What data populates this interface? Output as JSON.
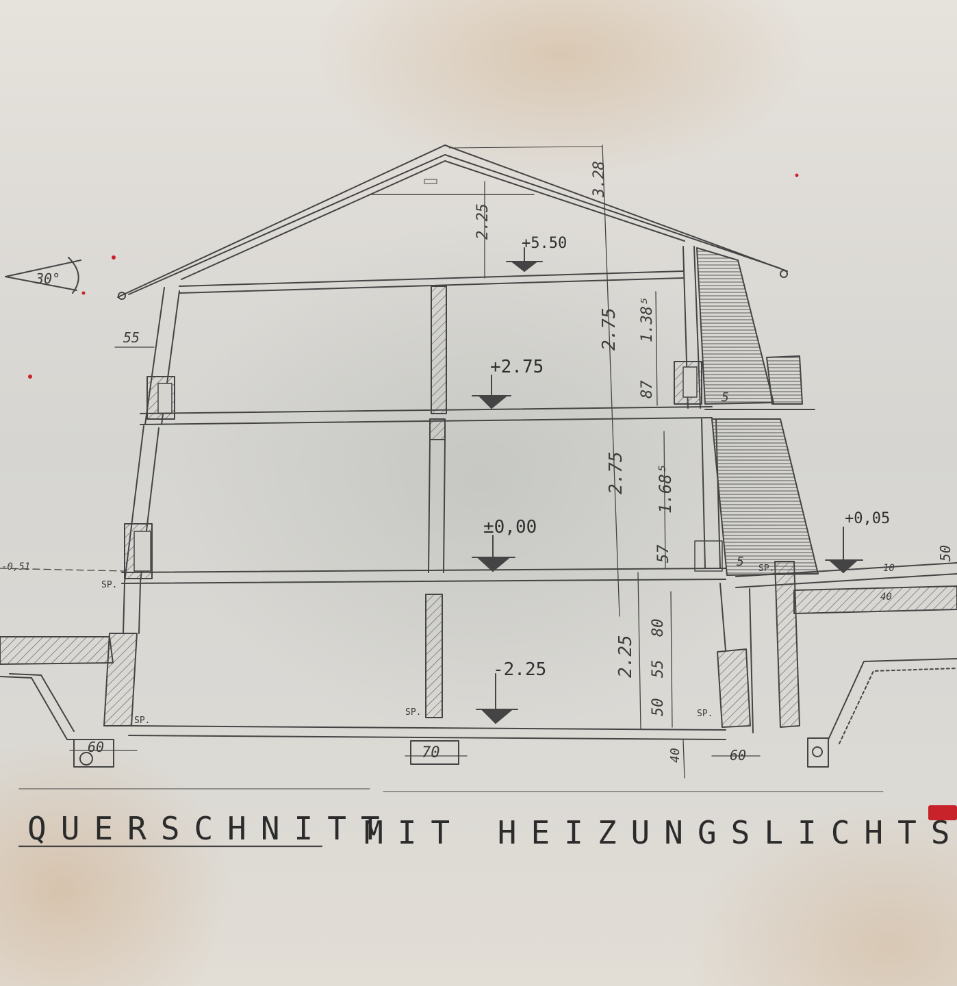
{
  "title": {
    "part1": "QUERSCHNITT",
    "part2": "MIT HEIZUNGSLICHTSCHACHT"
  },
  "roof_angle": "30°",
  "levels": {
    "attic": "+5.50",
    "upper": "+2.75",
    "ground": "±0,00",
    "basement": "-2.25",
    "outside": "+0,05"
  },
  "dimensions": {
    "roof_total": "3.28",
    "roof_inner": "2.25",
    "upper_story": "2.75",
    "ground_story": "2.75",
    "basement_story": "2.25",
    "eave": "55",
    "upper_win_top": "1.38⁵",
    "upper_sill": "87",
    "ground_win_top": "1.68⁵",
    "ground_sill": "57",
    "basement_80": "80",
    "basement_55": "55",
    "basement_50": "50",
    "step_5a": "5",
    "step_5b": "5",
    "footing_left": "60",
    "footing_mid": "70",
    "footing_right": "60",
    "foot_40": "40",
    "terrace_50": "50",
    "terrace_10": "10",
    "terrace_40": "40",
    "left_cut": "-0,51"
  },
  "sp_labels": [
    "SP.",
    "SP.",
    "SP.",
    "SP.",
    "SP."
  ],
  "colors": {
    "pencil": "#3c3c3c",
    "hatch": "#5a5a5a",
    "red_mark": "#c8232a"
  }
}
